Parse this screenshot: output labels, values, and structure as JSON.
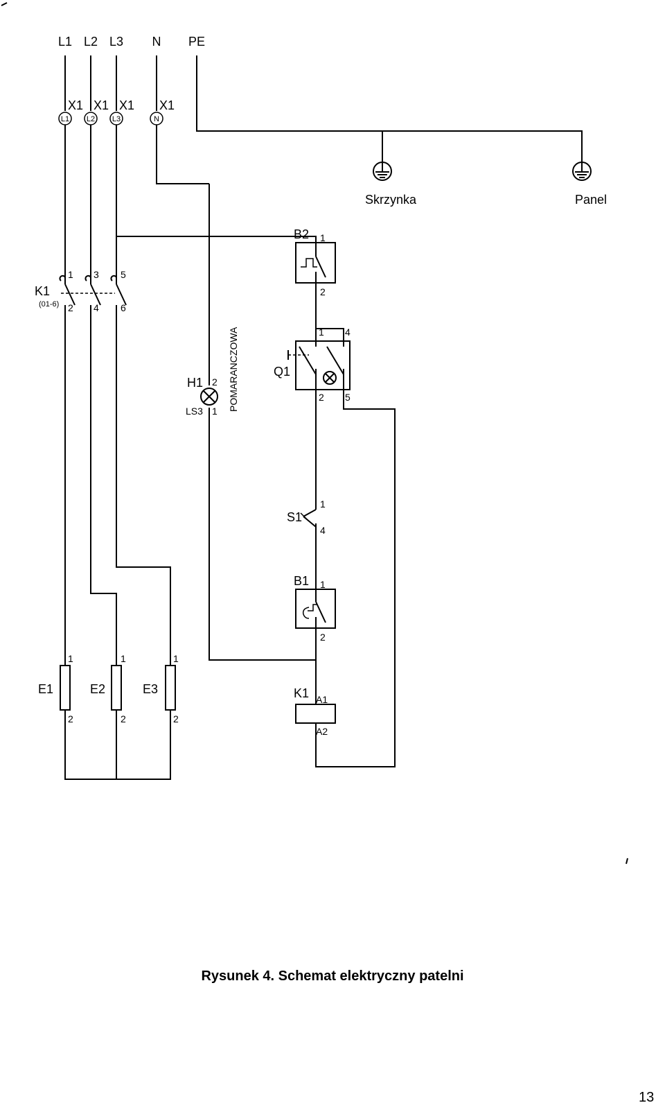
{
  "supply": {
    "l1": "L1",
    "l2": "L2",
    "l3": "L3",
    "n": "N",
    "pe": "PE"
  },
  "terminals": {
    "strip": "X1",
    "l1": "L1",
    "l2": "L2",
    "l3": "L3",
    "n": "N"
  },
  "earth": {
    "box": "Skrzynka",
    "panel": "Panel"
  },
  "b2": {
    "name": "B2",
    "pin1": "1",
    "pin2": "2"
  },
  "k1_contacts": {
    "name": "K1",
    "ref": "(01-6)",
    "p1": "1",
    "p3": "3",
    "p5": "5",
    "p2": "2",
    "p4": "4",
    "p6": "6"
  },
  "h1": {
    "name": "H1",
    "type": "LS3",
    "pin2": "2",
    "pin1": "1",
    "color": "POMARANCZOWA"
  },
  "q1": {
    "name": "Q1",
    "pin1": "1",
    "pin4": "4",
    "pin2": "2",
    "pin5": "5"
  },
  "s1": {
    "name": "S1",
    "pin1": "1",
    "pin4": "4"
  },
  "b1": {
    "name": "B1",
    "pin1": "1",
    "pin2": "2"
  },
  "heaters": [
    {
      "name": "E1",
      "pin1": "1",
      "pin2": "2"
    },
    {
      "name": "E2",
      "pin1": "1",
      "pin2": "2"
    },
    {
      "name": "E3",
      "pin1": "1",
      "pin2": "2"
    }
  ],
  "k1_coil": {
    "name": "K1",
    "a1": "A1",
    "a2": "A2"
  },
  "caption": "Rysunek 4.  Schemat elektryczny patelni",
  "page_number": "13"
}
